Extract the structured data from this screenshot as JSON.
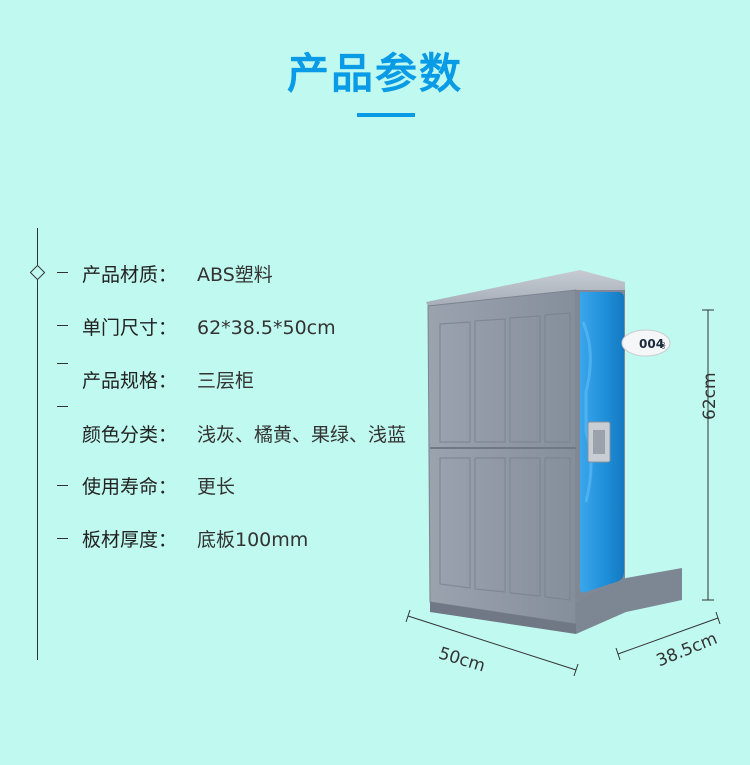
{
  "page": {
    "title": "产品参数"
  },
  "specs": [
    {
      "label": "产品材质：",
      "value": "ABS塑料"
    },
    {
      "label": "单门尺寸：",
      "value": "62*38.5*50cm"
    },
    {
      "label": "产品规格：",
      "value": "三层柜"
    },
    {
      "label": "颜色分类：",
      "value": "浅灰、橘黄、果绿、浅蓝"
    },
    {
      "label": "使用寿命：",
      "value": "更长"
    },
    {
      "label": "板材厚度：",
      "value": "底板100mm"
    }
  ],
  "locker": {
    "number_tag": "004",
    "tag_suffix": "号",
    "colors": {
      "door": "#1e8ed8",
      "body": "#8d96a3",
      "base": "#7d8794"
    }
  },
  "dimensions": {
    "height": "62cm",
    "width": "50cm",
    "depth": "38.5cm"
  }
}
